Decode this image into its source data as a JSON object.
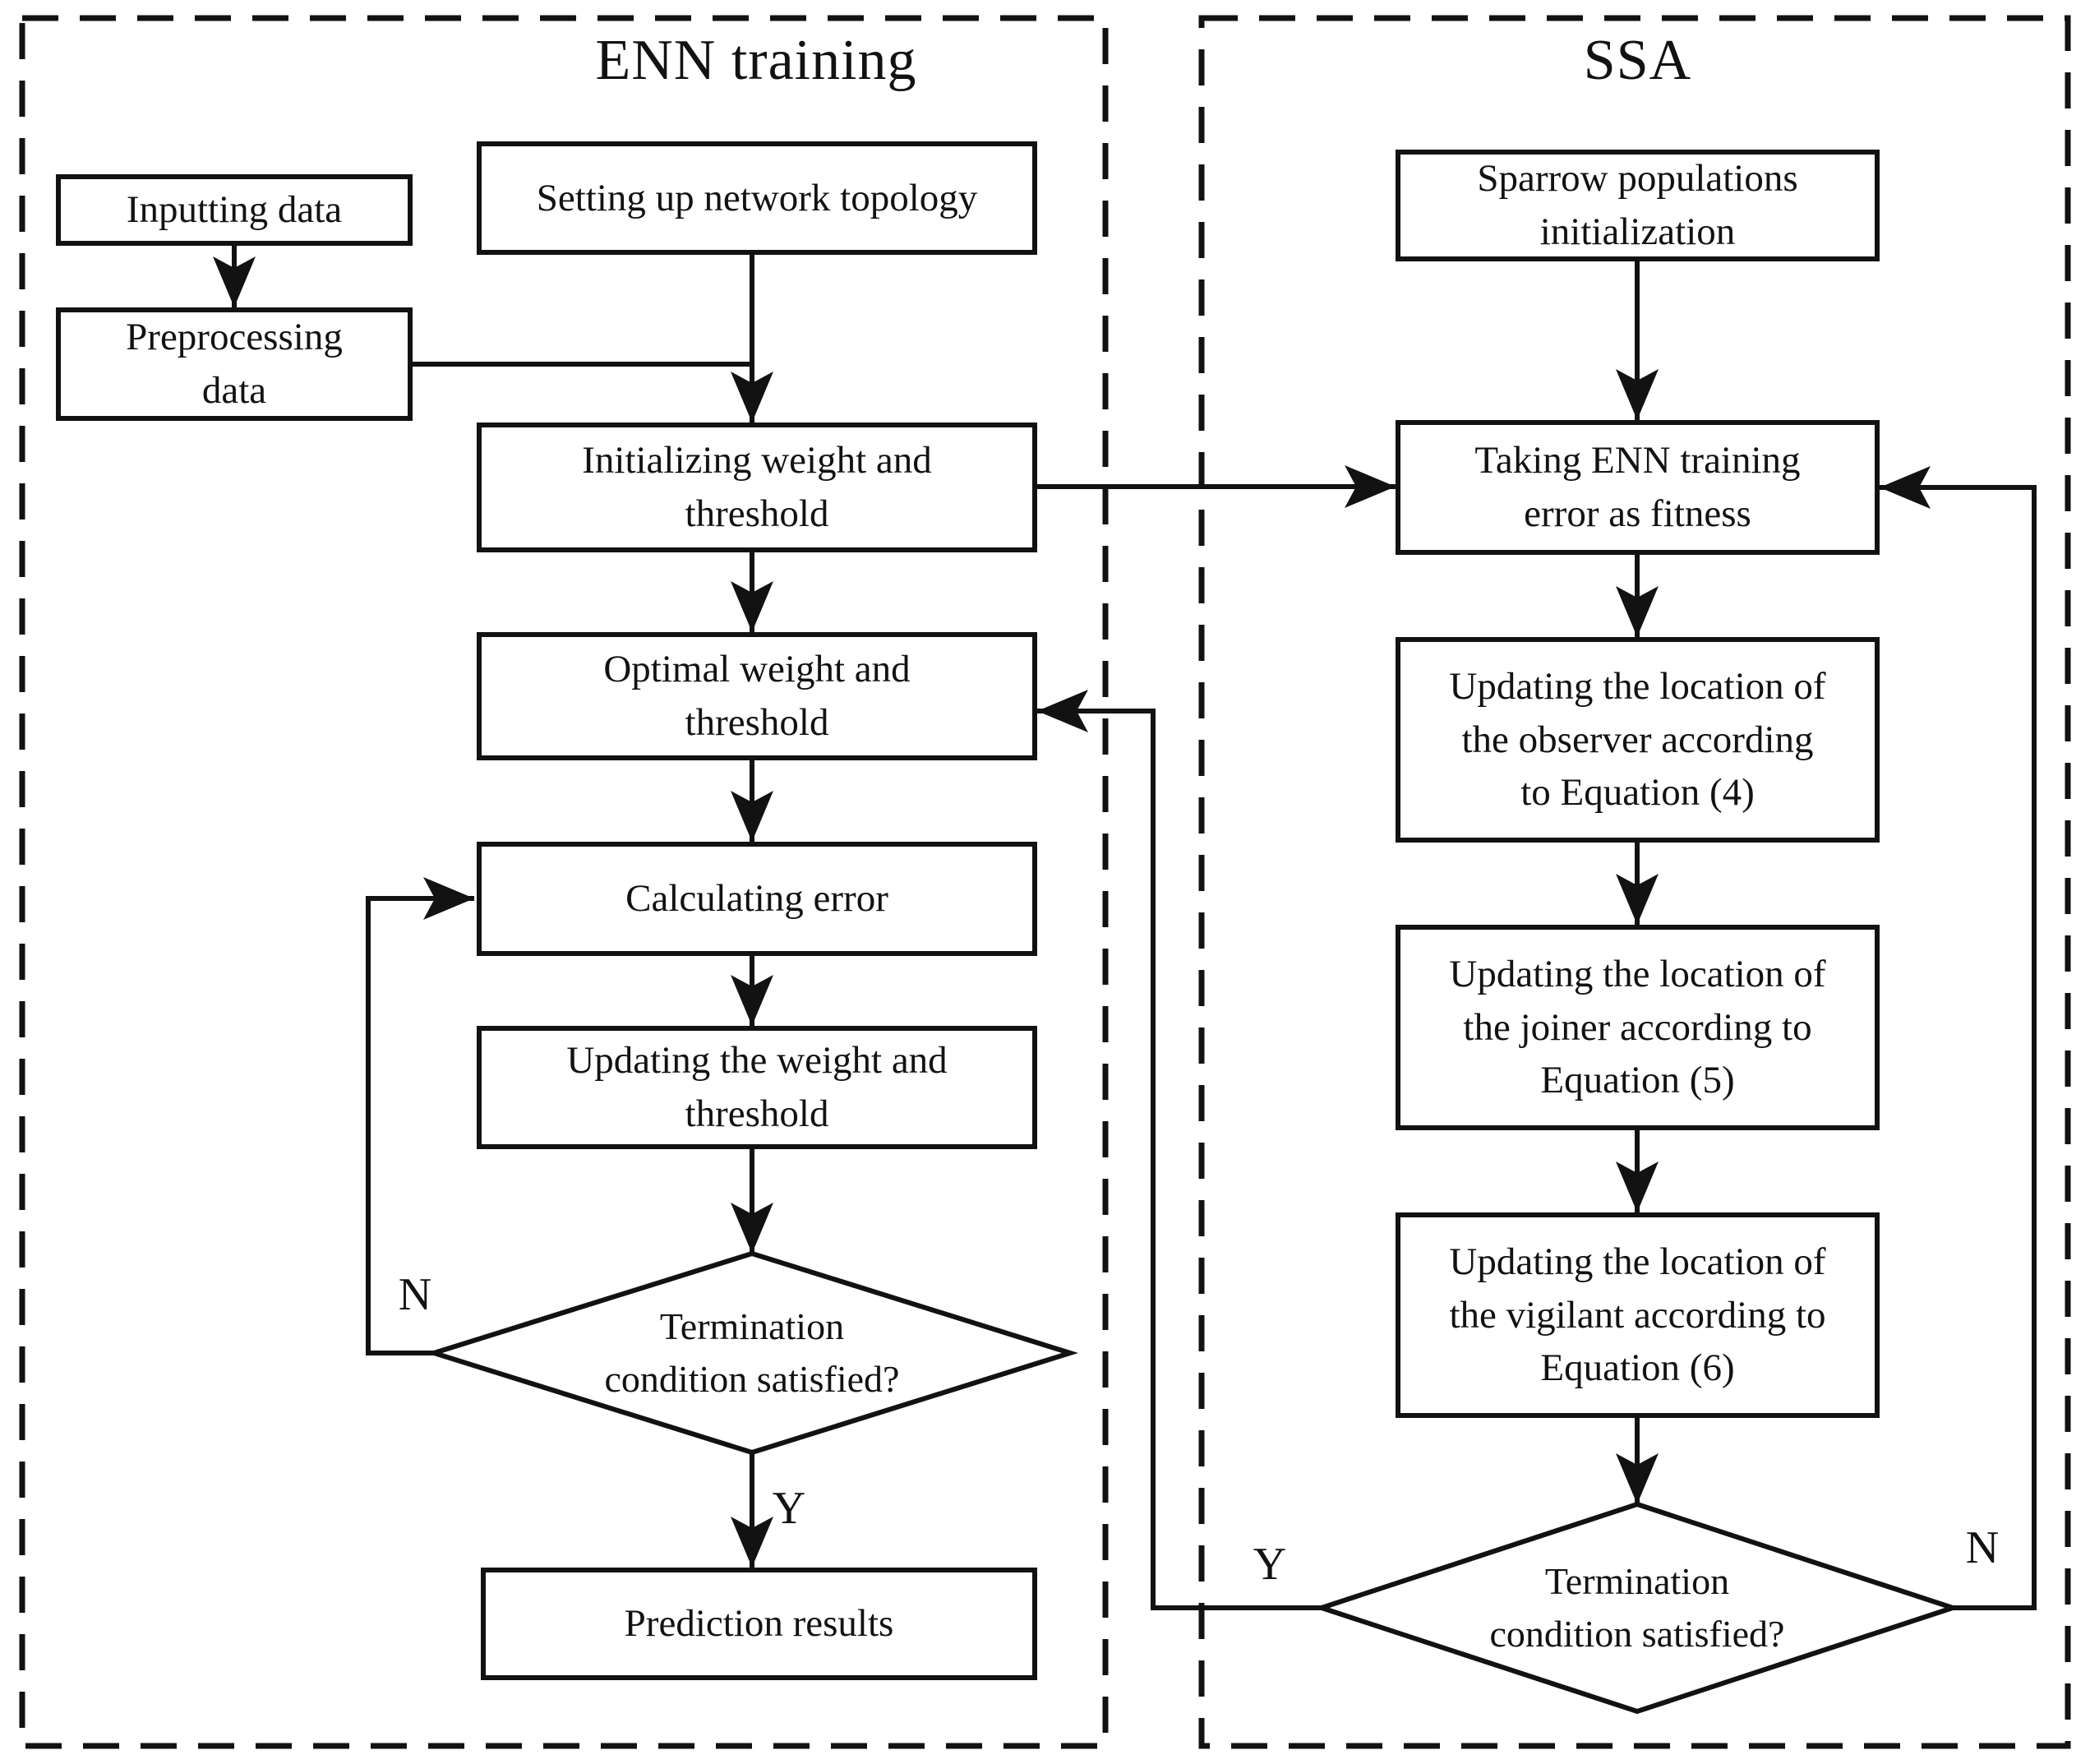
{
  "figure": {
    "left_panel_title": "ENN training",
    "right_panel_title": "SSA"
  },
  "nodes": {
    "inputting": "Inputting data",
    "preprocessing": [
      "Preprocessing",
      "data"
    ],
    "setup": "Setting up network topology",
    "initializing": [
      "Initializing weight and",
      "threshold"
    ],
    "optimal": [
      "Optimal weight and",
      "threshold"
    ],
    "calculating": "Calculating error",
    "updating_weight": [
      "Updating the weight and",
      "threshold"
    ],
    "enn_decision": [
      "Termination",
      "condition satisfied?"
    ],
    "prediction": "Prediction results",
    "sparrow": [
      "Sparrow populations",
      "initialization"
    ],
    "taking": [
      "Taking ENN training",
      "error as fitness"
    ],
    "observer": [
      "Updating the location of",
      "the observer according",
      "to Equation (4)"
    ],
    "joiner": [
      "Updating the location of",
      "the joiner according to",
      "Equation (5)"
    ],
    "vigilant": [
      "Updating the location of",
      "the vigilant according to",
      "Equation (6)"
    ],
    "ssa_decision": [
      "Termination",
      "condition satisfied?"
    ]
  },
  "labels": {
    "yes": "Y",
    "no": "N"
  },
  "colors": {
    "line": "#121212",
    "background": "#ffffff",
    "box_fill": "#ffffff"
  }
}
